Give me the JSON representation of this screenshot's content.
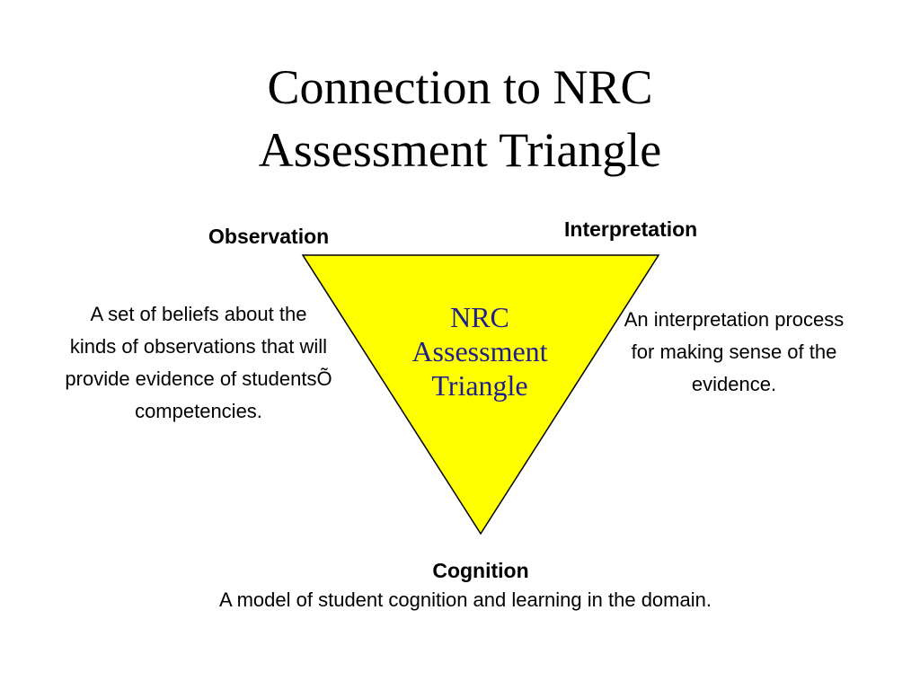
{
  "title": {
    "line1": "Connection to NRC",
    "line2": "Assessment Triangle"
  },
  "triangle": {
    "fill_color": "#FFFF00",
    "text_color": "#1E1E8C",
    "center_label_lines": [
      "NRC",
      "Assessment",
      "Triangle"
    ]
  },
  "corners": {
    "observation": {
      "label": "Observation",
      "description": "A set of beliefs about the kinds of observations that will provide evidence of studentsÕ competencies."
    },
    "interpretation": {
      "label": "Interpretation",
      "description": "An interpretation process for making sense of the evidence."
    },
    "cognition": {
      "label": "Cognition",
      "description": "A model of student cognition and learning in the domain."
    }
  }
}
